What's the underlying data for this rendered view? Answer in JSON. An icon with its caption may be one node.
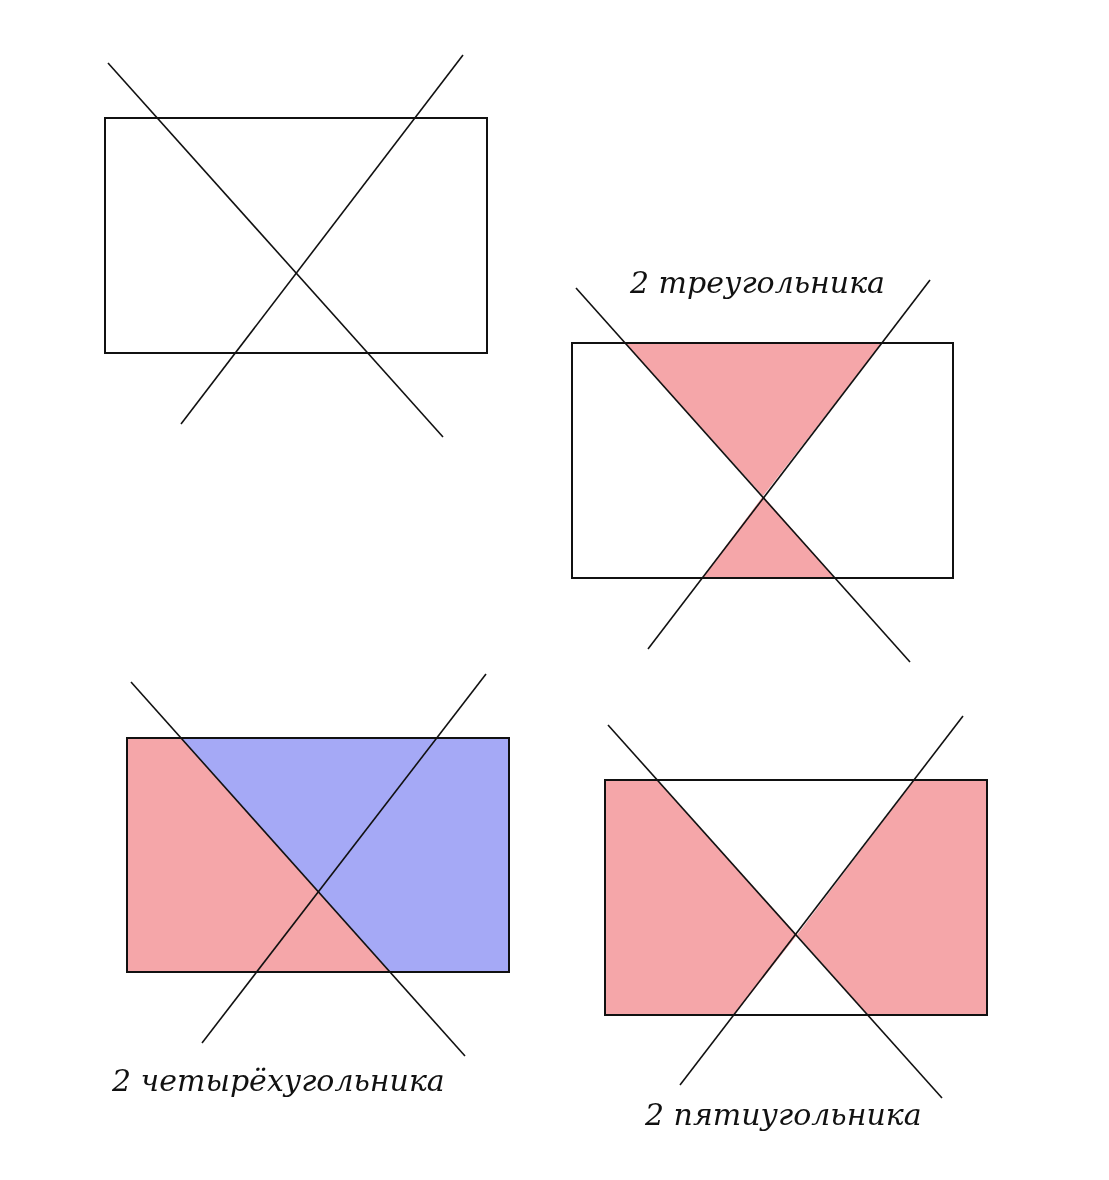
{
  "diagram": {
    "nodes": [
      {
        "text": [],
        "shape": "box"
      },
      {
        "text": [
          "2 треугольника"
        ]
      },
      {
        "text": [
          "2 четырёхугольника"
        ]
      },
      {
        "text": [
          "2 пятиугольника"
        ]
      }
    ]
  }
}
